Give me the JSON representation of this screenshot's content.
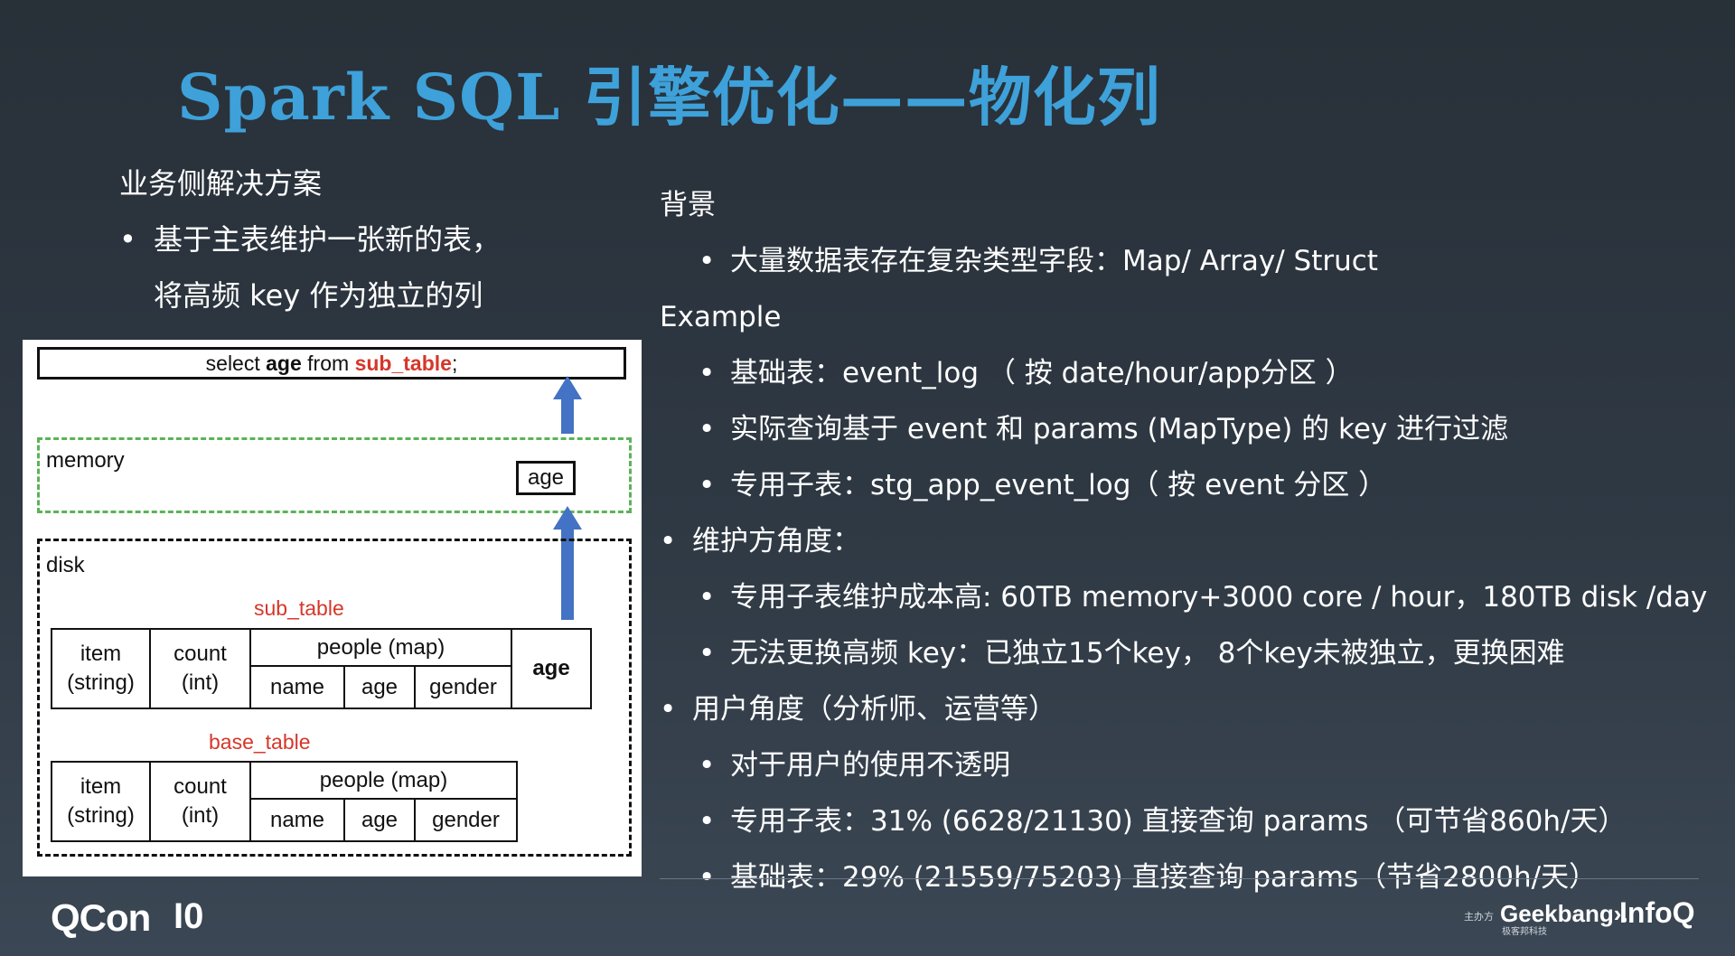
{
  "slide": {
    "title": "Spark SQL 引擎优化——物化列",
    "left": {
      "heading": "业务侧解决方案",
      "bullet_line1": "基于主表维护一张新的表，",
      "bullet_line2": "将高频 key 作为独立的列"
    },
    "right_lines": [
      {
        "level": 0,
        "text": "背景"
      },
      {
        "level": 2,
        "text": "大量数据表存在复杂类型字段：Map/ Array/ Struct"
      },
      {
        "level": 0,
        "text": "Example"
      },
      {
        "level": 2,
        "text": "基础表：event_log （ 按 date/hour/app分区 ）"
      },
      {
        "level": 2,
        "text": "实际查询基于 event  和 params (MapType) 的 key 进行过滤"
      },
      {
        "level": 2,
        "text": "专用子表：stg_app_event_log（ 按 event 分区 ）"
      },
      {
        "level": 1,
        "text": "维护方角度："
      },
      {
        "level": 2,
        "text": "专用子表维护成本高: 60TB memory+3000 core / hour，180TB disk /day"
      },
      {
        "level": 2,
        "text": "无法更换高频 key：已独立15个key， 8个key未被独立，更换困难"
      },
      {
        "level": 1,
        "text": "用户角度（分析师、运营等）"
      },
      {
        "level": 2,
        "text": "对于用户的使用不透明"
      },
      {
        "level": 2,
        "text": "专用子表：31% (6628/21130) 直接查询 params （可节省860h/天）"
      },
      {
        "level": 2,
        "text": "基础表：29% (21559/75203) 直接查询 params（节省2800h/天）"
      }
    ],
    "diagram": {
      "query_select": "select ",
      "query_col": "age",
      "query_from": " from ",
      "query_table": "sub_table",
      "query_end": ";",
      "memory_label": "memory",
      "memory_col": "age",
      "disk_label": "disk",
      "sub_table": {
        "name": "sub_table",
        "col_item_1": "item",
        "col_item_2": "(string)",
        "col_count_1": "count",
        "col_count_2": "(int)",
        "col_people": "people (map)",
        "sub_name": "name",
        "sub_age": "age",
        "sub_gender": "gender",
        "col_age": "age"
      },
      "base_table": {
        "name": "base_table",
        "col_item_1": "item",
        "col_item_2": "(string)",
        "col_count_1": "count",
        "col_count_2": "(int)",
        "col_people": "people (map)",
        "sub_name": "name",
        "sub_age": "age",
        "sub_gender": "gender"
      }
    }
  },
  "footer": {
    "brand": "QCon",
    "brand_mark": "I0",
    "sponsor_label": "主办方",
    "geekbang": "Geekbang›.",
    "geekbang_sub": "极客邦科技",
    "infoq": "InfoQ"
  },
  "colors": {
    "title": "#3ea1d9",
    "table_name_red": "#d5372a",
    "arrow_blue": "#4472c4",
    "memory_green": "#5bb357"
  }
}
